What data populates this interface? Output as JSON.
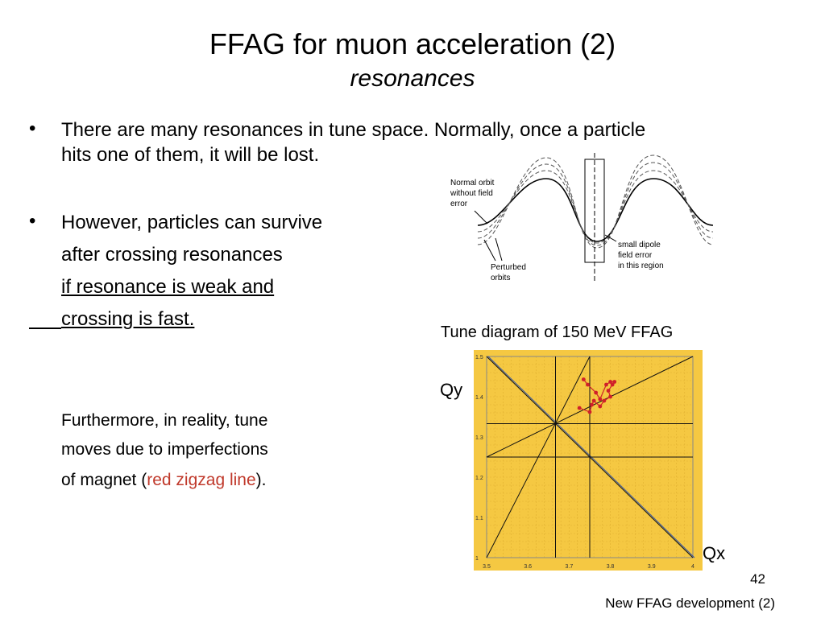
{
  "slide": {
    "title": "FFAG for muon acceleration (2)",
    "subtitle": "resonances",
    "bullets": [
      {
        "line1": "There are many resonances in tune space. Normally, once a particle",
        "line2": "hits one of them, it will be lost."
      },
      {
        "line1": "However, particles can survive",
        "line2": "after crossing resonances",
        "line3": "if resonance is weak and",
        "line4": "crossing is fast."
      }
    ],
    "note": {
      "line1": "Furthermore, in reality, tune",
      "line2": "moves due to imperfections",
      "line3_pre": "of magnet (",
      "line3_red": "red zigzag line",
      "line3_post": ")."
    },
    "slide_number": "42",
    "footer": "New FFAG development (2)"
  },
  "orbit_figure": {
    "label_normal_1": "Normal orbit",
    "label_normal_2": "without field",
    "label_normal_3": "error",
    "label_perturbed_1": "Perturbed",
    "label_perturbed_2": "orbits",
    "label_dipole_1": "small dipole",
    "label_dipole_2": "field error",
    "label_dipole_3": "in this region"
  },
  "tune_diagram": {
    "caption": "Tune diagram of 150 MeV FFAG",
    "ylabel": "Qy",
    "xlabel": "Qx",
    "background_color": "#f5c842",
    "trace_color": "#d0202a",
    "x_ticks": [
      "3.5",
      "3.6",
      "3.7",
      "3.8",
      "3.9",
      "4"
    ],
    "y_ticks": [
      "1",
      "1.1",
      "1.2",
      "1.3",
      "1.4",
      "1.5"
    ],
    "xlim": [
      3.5,
      4.0
    ],
    "ylim": [
      1.0,
      1.5
    ]
  },
  "chart_data": {
    "type": "line",
    "title": "Tune diagram of 150 MeV FFAG",
    "xlabel": "Qx",
    "ylabel": "Qy",
    "xlim": [
      3.5,
      4.0
    ],
    "ylim": [
      1.0,
      1.5
    ],
    "grid": true,
    "resonance_lines": [
      {
        "x": [
          3.5,
          4.0
        ],
        "y": [
          1.5,
          1.0
        ]
      },
      {
        "x": [
          3.5,
          4.0
        ],
        "y": [
          1.5,
          1.0
        ]
      },
      {
        "x": [
          3.5,
          4.0
        ],
        "y": [
          1.25,
          1.5
        ]
      },
      {
        "x": [
          3.5,
          3.75
        ],
        "y": [
          1.0,
          1.5
        ]
      },
      {
        "x": [
          3.667,
          3.667
        ],
        "y": [
          1.0,
          1.5
        ]
      },
      {
        "x": [
          3.75,
          3.75
        ],
        "y": [
          1.0,
          1.5
        ]
      },
      {
        "x": [
          3.5,
          4.0
        ],
        "y": [
          1.333,
          1.333
        ]
      },
      {
        "x": [
          3.5,
          4.0
        ],
        "y": [
          1.25,
          1.25
        ]
      }
    ],
    "series": [
      {
        "x": [
          3.735,
          3.745,
          3.765,
          3.775,
          3.79,
          3.8,
          3.81,
          3.805,
          3.795,
          3.8,
          3.785,
          3.775,
          3.76,
          3.755,
          3.75,
          3.725
        ],
        "y": [
          1.443,
          1.43,
          1.41,
          1.394,
          1.43,
          1.437,
          1.437,
          1.43,
          1.415,
          1.4,
          1.39,
          1.376,
          1.39,
          1.38,
          1.362,
          1.372
        ]
      }
    ]
  }
}
